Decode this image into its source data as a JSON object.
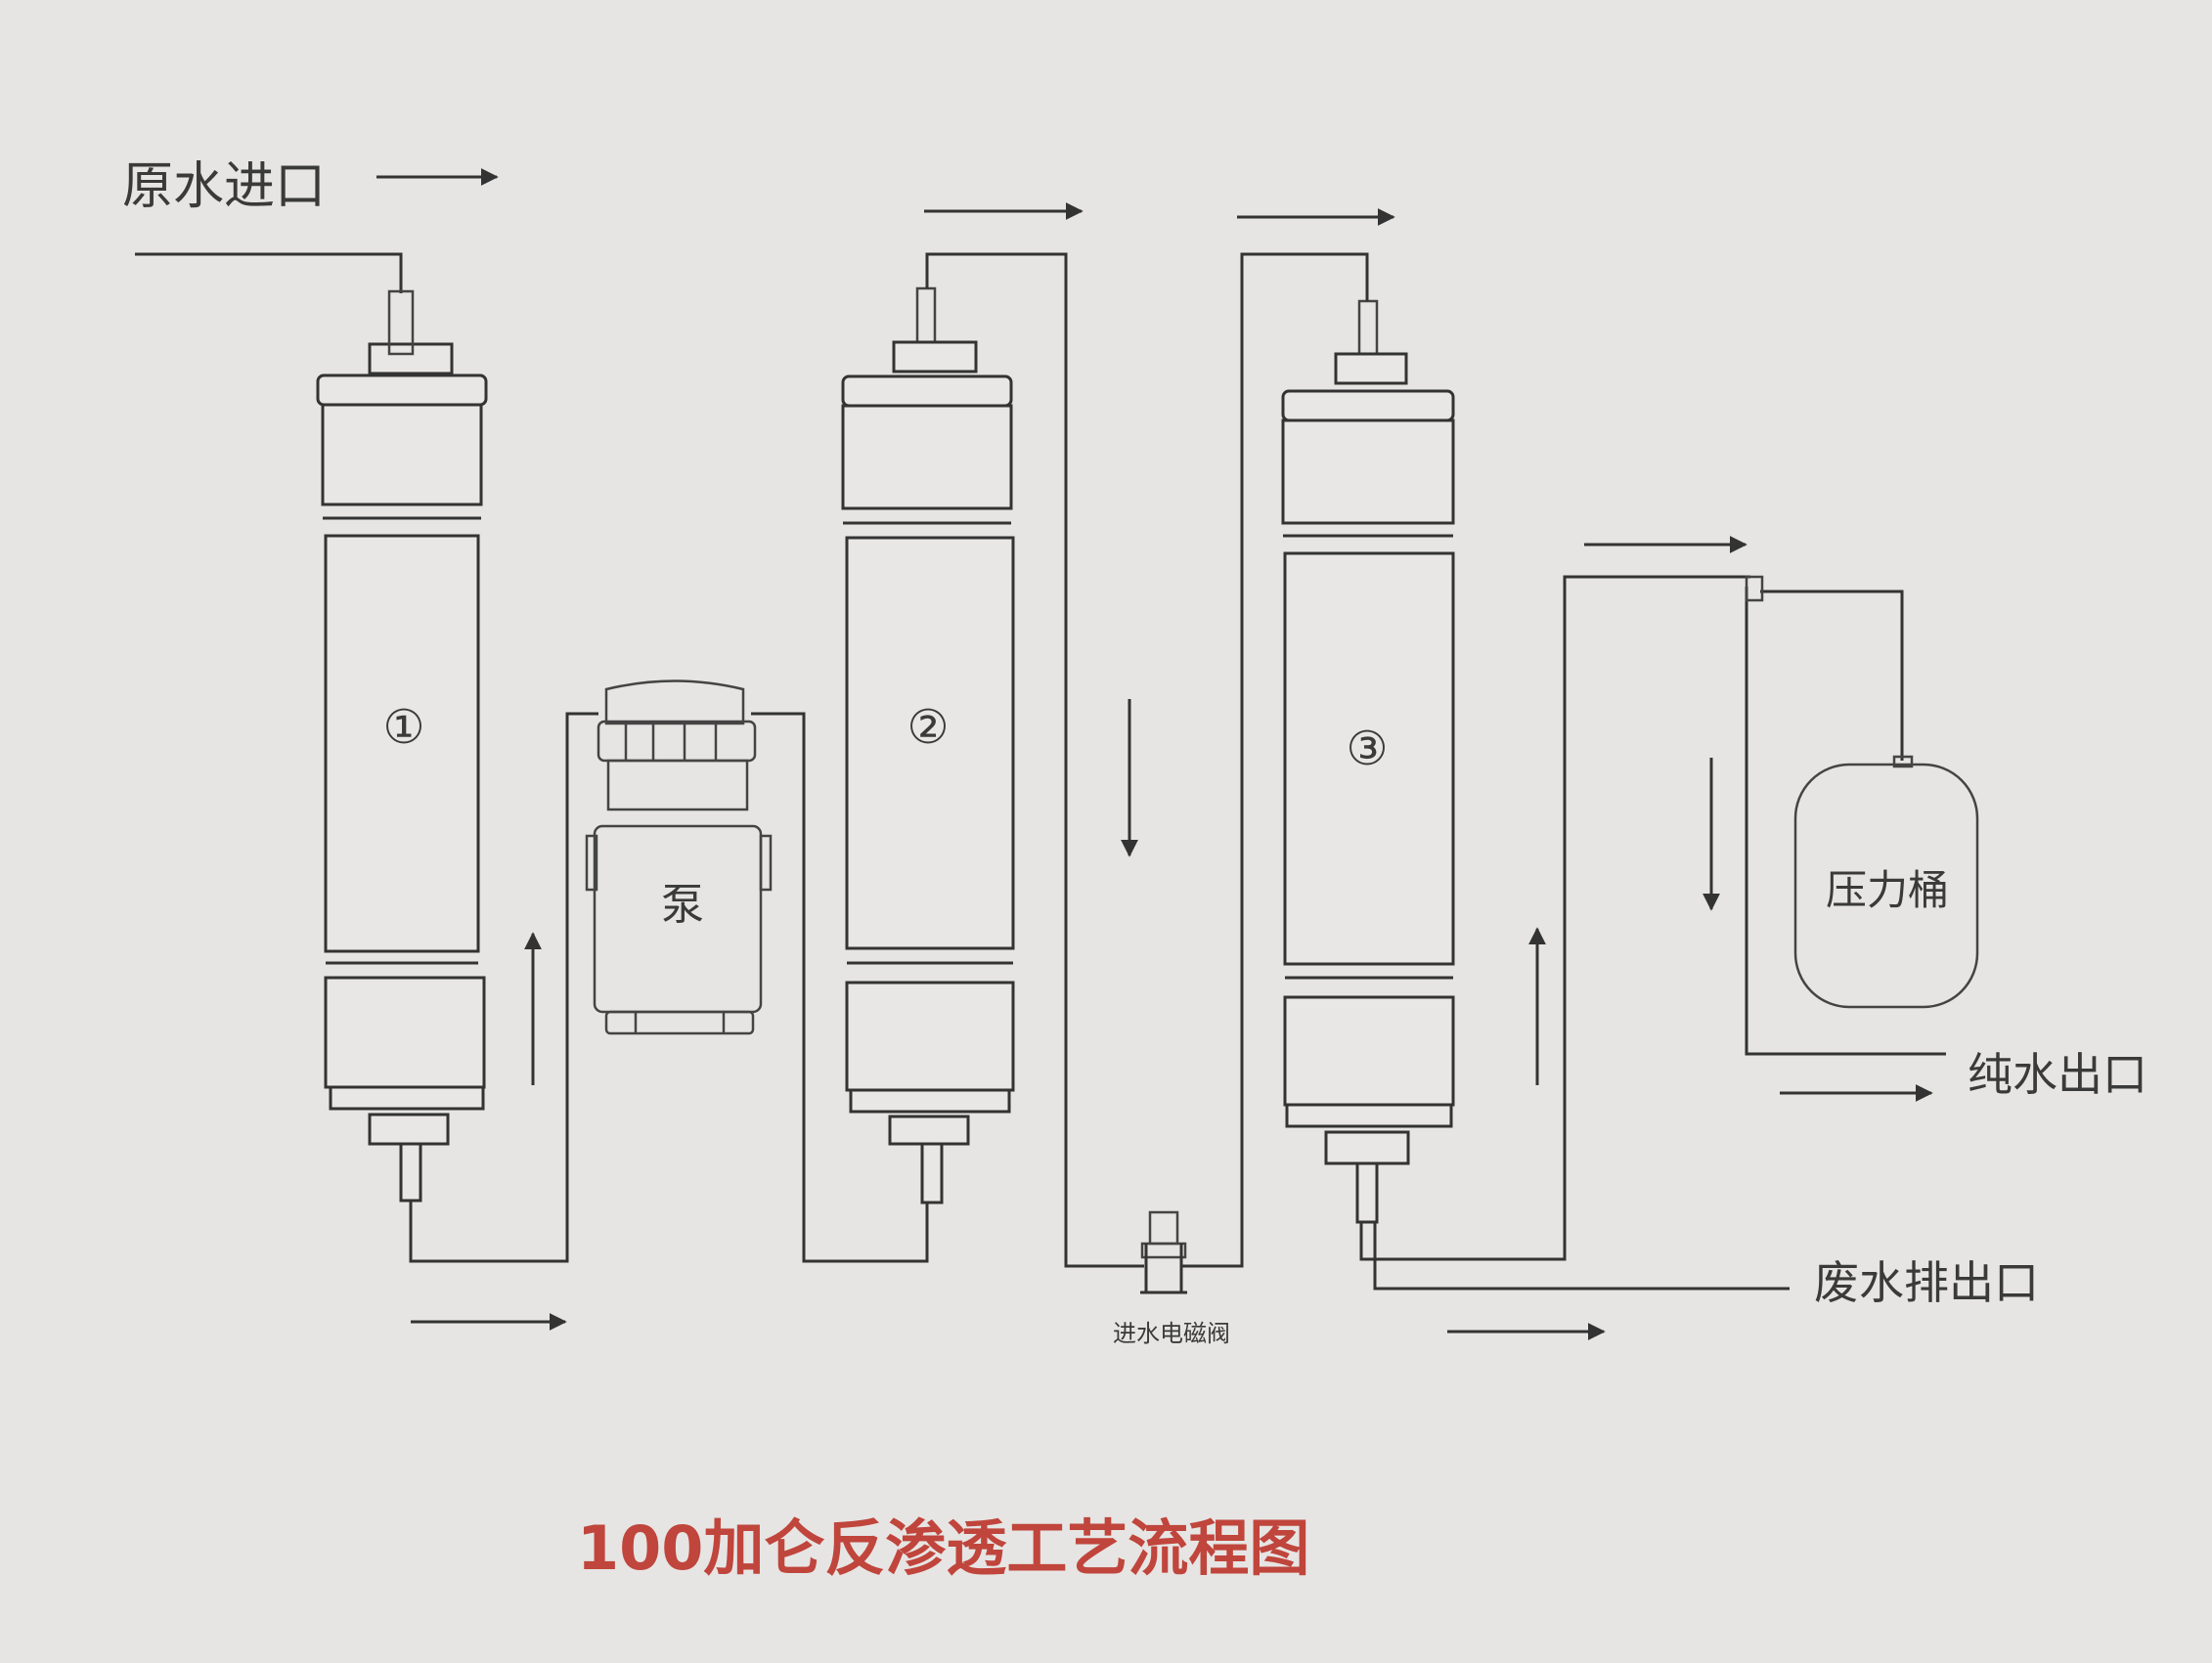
{
  "labels": {
    "raw_water_inlet": "原水进口",
    "pump": "泵",
    "filter_1": "①",
    "filter_2": "②",
    "filter_3": "③",
    "inlet_solenoid_valve": "进水电磁阀",
    "pressure_tank": "压力桶",
    "pure_water_outlet": "纯水出口",
    "waste_water_outlet": "废水排出口"
  },
  "title": "100加仑反渗透工艺流程图",
  "colors": {
    "line": "#333333",
    "title": "#c0453c",
    "background": "#e6e5e3"
  }
}
